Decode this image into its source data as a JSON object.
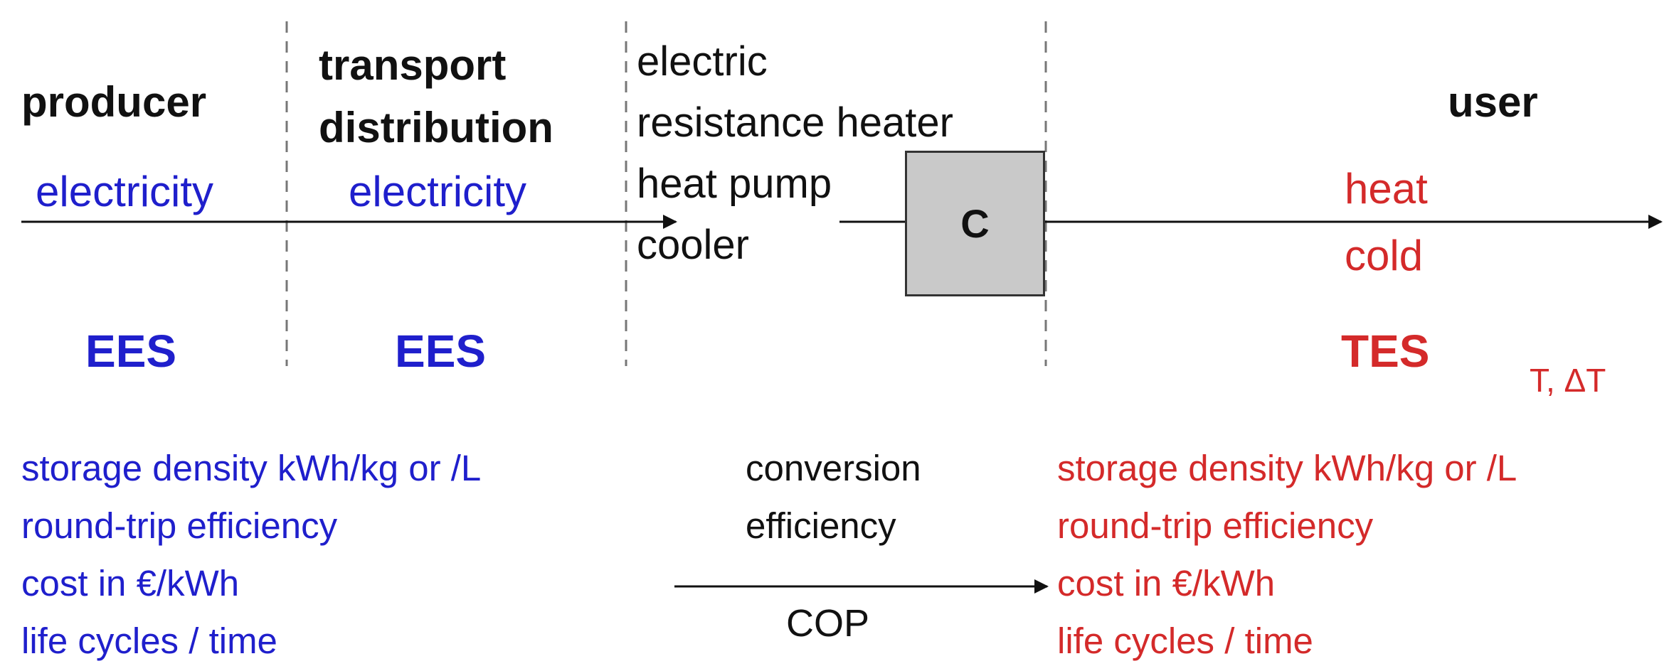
{
  "columns": {
    "producer": "producer",
    "transport": [
      "transport",
      "distribution"
    ],
    "user": "user"
  },
  "flows": {
    "producer_energy": "electricity",
    "transport_energy": "electricity",
    "user_heat": "heat",
    "user_cold": "cold"
  },
  "devices": [
    "electric",
    "resistance heater",
    "heat pump",
    "cooler"
  ],
  "converter_label": "C",
  "storage": {
    "producer": "EES",
    "transport": "EES",
    "user": "TES",
    "user_note": "T, ΔT"
  },
  "metrics_ees": [
    "storage density kWh/kg or /L",
    "round-trip efficiency",
    "cost in €/kWh",
    "life cycles / time"
  ],
  "conversion": {
    "line1": "conversion",
    "line2": "efficiency",
    "ratio": "COP"
  },
  "metrics_tes": [
    "storage density kWh/kg or /L",
    "round-trip efficiency",
    "cost in €/kWh",
    "life cycles / time"
  ],
  "colors": {
    "electric": "#1f1fcc",
    "thermal": "#d42a2a",
    "converter_fill": "#c9c9c9"
  }
}
